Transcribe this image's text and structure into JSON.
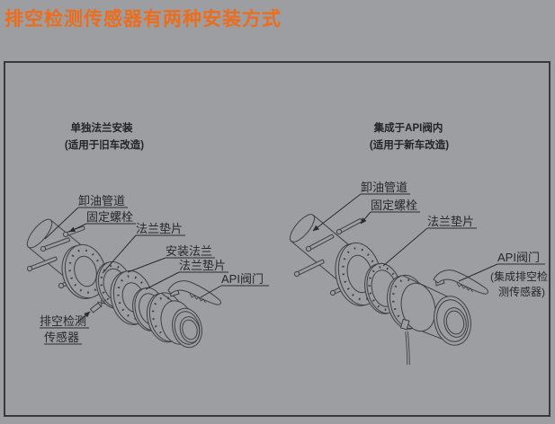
{
  "title": "排空检测传感器有两种安装方式",
  "left": {
    "heading": "单独法兰安装",
    "subheading": "(适用于旧车改造)",
    "labels": {
      "pipe": "卸油管道",
      "bolts": "固定螺栓",
      "gasket1": "法兰垫片",
      "mount_flange": "安装法兰",
      "gasket2": "法兰垫片",
      "valve": "API阀门",
      "sensor_line1": "排空检测",
      "sensor_line2": "传感器"
    }
  },
  "right": {
    "heading": "集成于API阀内",
    "subheading": "(适用于新车改造)",
    "labels": {
      "pipe": "卸油管道",
      "bolts": "固定螺栓",
      "gasket": "法兰垫片",
      "valve": "API阀门",
      "note_line1": "(集成排空检",
      "note_line2": "测传感器)"
    }
  },
  "colors": {
    "title_accent": "#EB6D1D",
    "background": "#9C9EA2",
    "frame_border": "#38393B",
    "line": "#3E4043",
    "text": "#26282B"
  }
}
